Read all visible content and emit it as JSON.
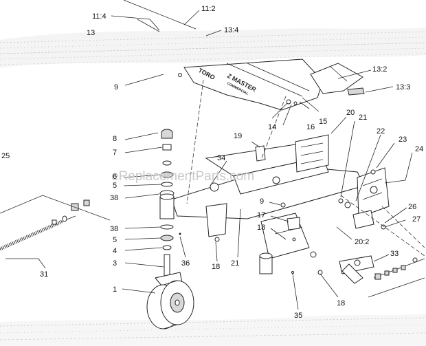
{
  "watermark": "eReplacementParts.com",
  "decal": {
    "brand": "TORO",
    "model": "Z MASTER",
    "sub": "COMMERCIAL"
  },
  "callouts": {
    "c11_4": "11:4",
    "c11_2": "11:2",
    "c13": "13",
    "c13_4": "13:4",
    "c13_2": "13:2",
    "c13_3": "13:3",
    "c9a": "9",
    "c14": "14",
    "c15": "15",
    "c16": "16",
    "c20": "20",
    "c21a": "21",
    "c22": "22",
    "c23": "23",
    "c24": "24",
    "c19": "19",
    "c8": "8",
    "c7": "7",
    "c6": "6",
    "c5a": "5",
    "c38a": "38",
    "c34": "34",
    "c25": "25",
    "c9b": "9",
    "c17": "17",
    "c18a": "18",
    "c26": "26",
    "c27": "27",
    "c20_2": "20:2",
    "c38b": "38",
    "c5b": "5",
    "c4": "4",
    "c3": "3",
    "c36": "36",
    "c18b": "18",
    "c21b": "21",
    "c33": "33",
    "c31": "31",
    "c1": "1",
    "c35": "35",
    "c18c": "18"
  }
}
